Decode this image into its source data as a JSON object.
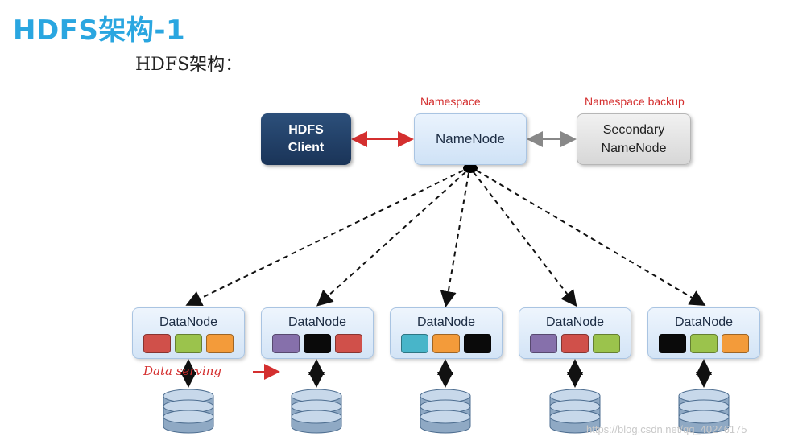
{
  "slide_title": "HDFS架构-1",
  "subtitle": "HDFS架构：",
  "labels": {
    "namespace": "Namespace",
    "namespace_backup": "Namespace backup",
    "data_serving": "Data serving"
  },
  "nodes": {
    "client": {
      "line1": "HDFS",
      "line2": "Client"
    },
    "namenode": "NameNode",
    "secondary": {
      "line1": "Secondary",
      "line2": "NameNode"
    }
  },
  "datanodes": [
    {
      "label": "DataNode",
      "blocks": [
        "#d0504a",
        "#9bc34c",
        "#f39b3a"
      ]
    },
    {
      "label": "DataNode",
      "blocks": [
        "#8670ab",
        "#0a0a0a",
        "#d0504a"
      ]
    },
    {
      "label": "DataNode",
      "blocks": [
        "#48b5c9",
        "#f39b3a",
        "#0a0a0a"
      ]
    },
    {
      "label": "DataNode",
      "blocks": [
        "#8670ab",
        "#d0504a",
        "#9bc34c"
      ]
    },
    {
      "label": "DataNode",
      "blocks": [
        "#0a0a0a",
        "#9bc34c",
        "#f39b3a"
      ]
    }
  ],
  "colors": {
    "title": "#2aa6e0",
    "accent_red": "#d42f2f",
    "client_bg": "#1f3d66",
    "node_bg": "#dbe9f8",
    "secondary_bg": "#e0e0e0"
  },
  "watermark": "https://blog.csdn.net/qq_40246175"
}
